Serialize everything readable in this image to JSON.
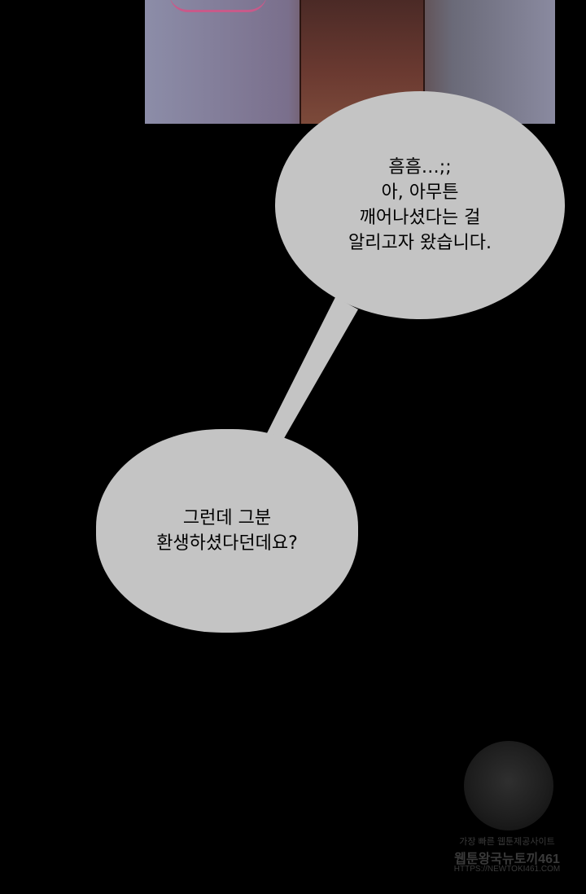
{
  "bubbles": {
    "top_text": "흠흠…;;\n아, 아무튼\n깨어나셨다는 걸\n알리고자 왔습니다.",
    "bottom_text": "그런데 그분\n환생하셨다던데요?"
  },
  "watermark": {
    "line1": "가장 빠른 웹툰제공사이트",
    "line2": "웹툰왕국뉴토끼461",
    "line3": "HTTPS://NEWTOKI461.COM"
  },
  "colors": {
    "background": "#000000",
    "bubble": "#c4c4c4",
    "text": "#000000"
  }
}
